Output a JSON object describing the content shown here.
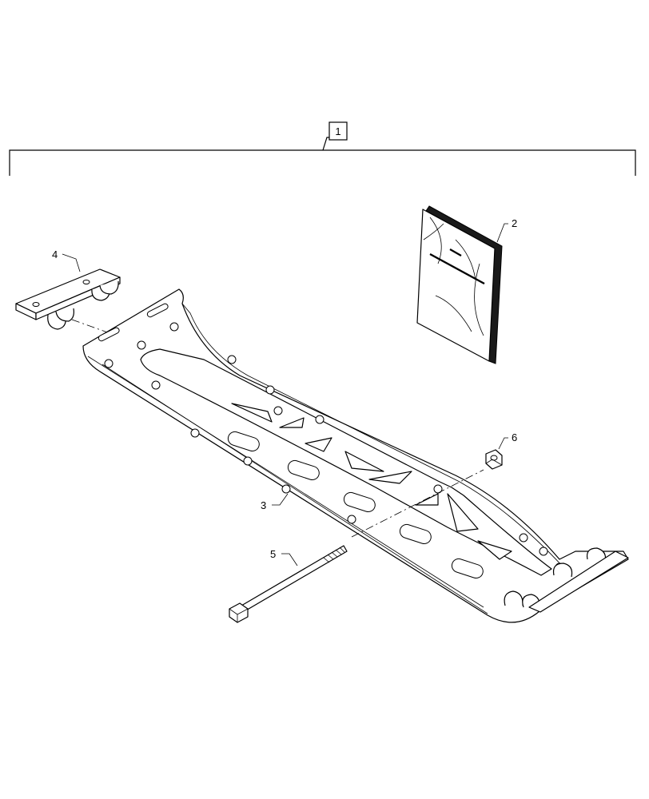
{
  "diagram": {
    "callouts": {
      "kit": "1",
      "manual": "2",
      "skid_plate": "3",
      "bracket": "4",
      "bolt": "5",
      "nut": "6"
    }
  }
}
